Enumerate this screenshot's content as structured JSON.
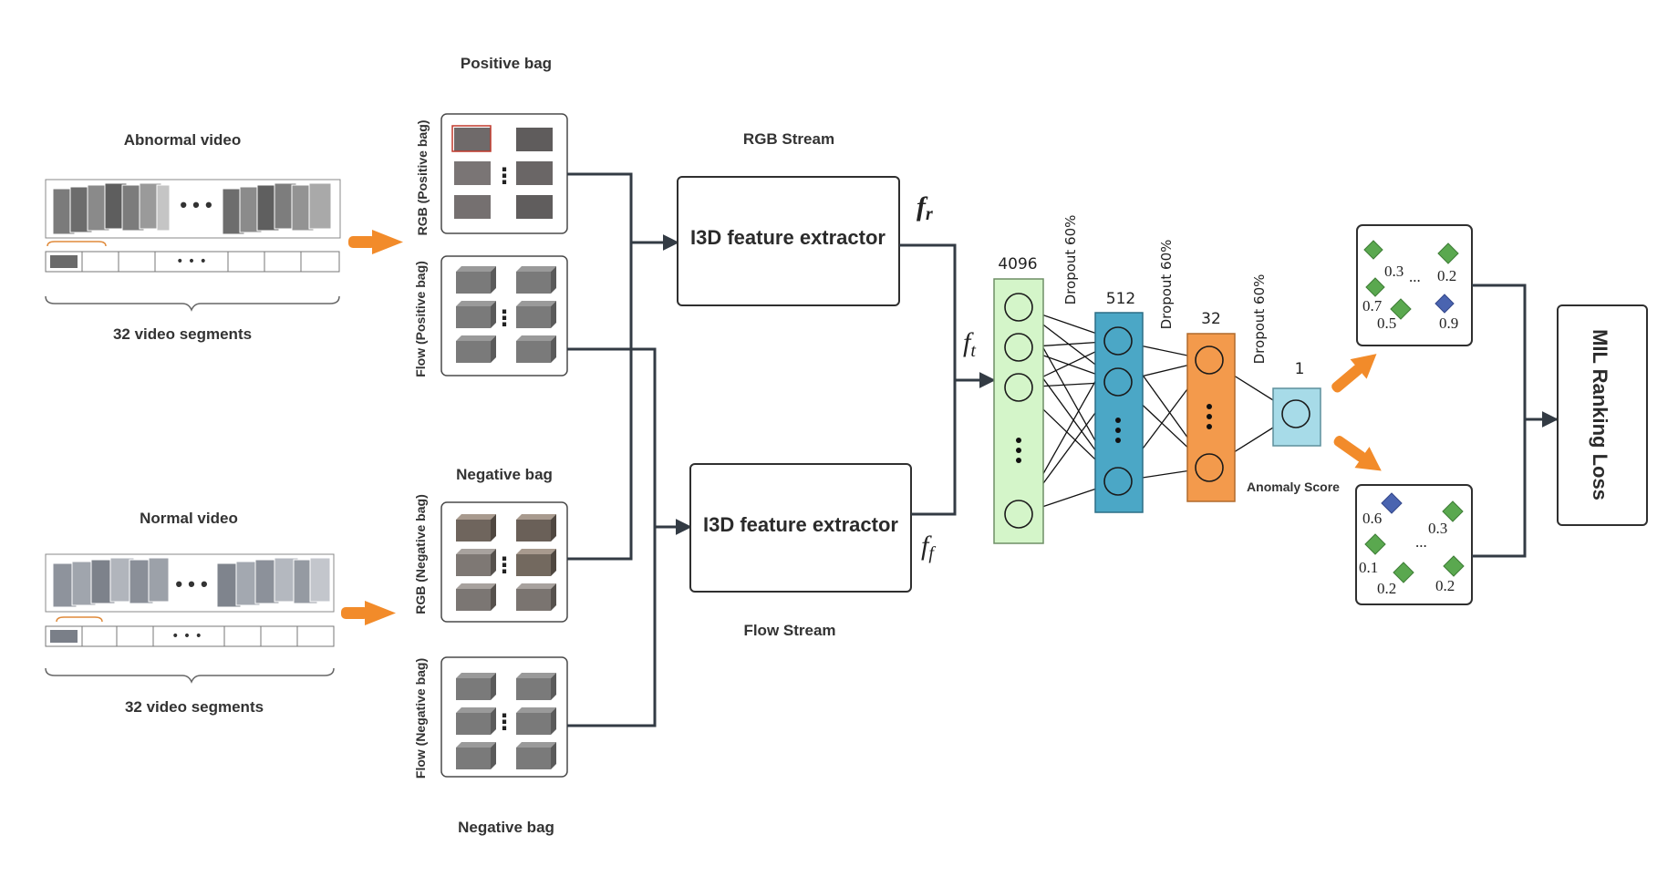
{
  "abnormal": {
    "title": "Abnormal video",
    "segments_label": "32 video segments"
  },
  "normal": {
    "title": "Normal video",
    "segments_label": "32 video segments"
  },
  "positive_bag": {
    "title": "Positive bag",
    "rgb_label": "RGB (Positive bag)",
    "flow_label": "Flow (Positive bag)"
  },
  "negative_bag": {
    "title": "Negative bag",
    "rgb_label": "RGB (Negative bag)",
    "flow_label": "Flow (Negative bag)",
    "bottom_title": "Negative bag"
  },
  "rgb_stream": {
    "title": "RGB Stream",
    "extractor_label": "I3D feature extractor",
    "feature_symbol": "f",
    "feature_sub": "r"
  },
  "flow_stream": {
    "title": "Flow Stream",
    "extractor_label": "I3D feature extractor",
    "feature_symbol": "f",
    "feature_sub": "f"
  },
  "fused_feature": {
    "symbol": "f",
    "sub": "t"
  },
  "network": {
    "layers": [
      "4096",
      "512",
      "32",
      "1"
    ],
    "dropout_label": "Dropout 60%",
    "output_label": "Anomaly Score",
    "colors": {
      "layer1": "#d4f5c9",
      "layer2": "#4ba7c6",
      "layer3": "#f39a4c",
      "output": "#a7dbe8"
    }
  },
  "scores_positive": {
    "values": [
      "0.3",
      "...",
      "0.2",
      "0.7",
      "0.5",
      "0.9"
    ]
  },
  "scores_negative": {
    "values": [
      "0.6",
      "0.3",
      "...",
      "0.1",
      "0.2",
      "0.2"
    ]
  },
  "loss": {
    "label": "MIL Ranking Loss"
  },
  "colors": {
    "arrow_orange": "#f28b2a",
    "diamond_green": "#5aa84f",
    "diamond_blue": "#4a64b0",
    "line": "#333b44"
  }
}
